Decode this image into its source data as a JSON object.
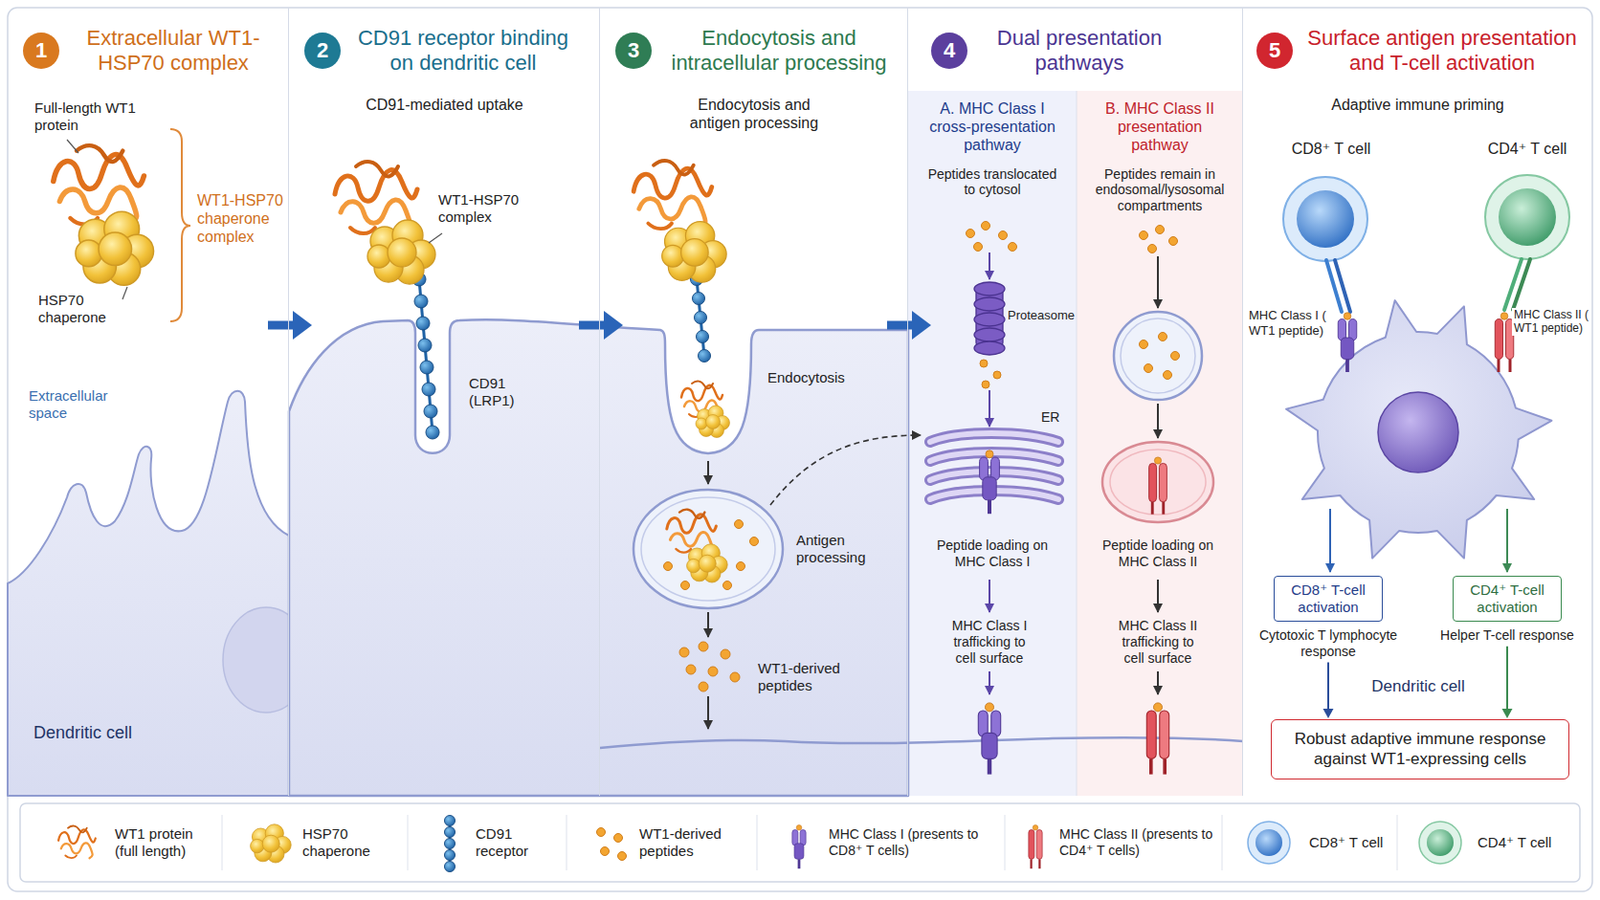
{
  "diagram": {
    "nodes": [
      {
        "text": [
          "Extracellular WT1-HSP70 complex"
        ]
      },
      {
        "text": [
          "1"
        ],
        "in": 0
      },
      {
        "text": [
          "CD91 receptor binding on dendritic cell",
          "CD91-mediated uptake"
        ]
      },
      {
        "text": [
          "2"
        ],
        "in": 2
      },
      {
        "text": [
          "Endocytosis and intracellular processing",
          "Endocytosis and antigen processing"
        ]
      },
      {
        "text": [
          "3"
        ],
        "in": 4
      },
      {
        "text": [
          "Dual presentation pathways"
        ]
      },
      {
        "text": [
          "4"
        ],
        "in": 6
      },
      {
        "text": [
          "A. MHC Class I cross-presentation pathway",
          "Peptides translocated to cytosol"
        ],
        "in": 6
      },
      {
        "text": [
          "B. MHC Class II presentation pathway",
          "Peptides remain in endosomal/lysosomal compartments"
        ],
        "in": 6
      },
      {
        "text": [
          "Surface antigen presentation and T-cell activation",
          "Adaptive immune priming"
        ]
      },
      {
        "text": [
          "5"
        ],
        "in": 10
      },
      {
        "text": [
          "CD8⁺ T-cell activation",
          "Cytotoxic T lymphocyte response"
        ],
        "in": 10
      },
      {
        "text": [
          "CD4⁺ T-cell activation",
          "Helper T-cell response"
        ],
        "in": 10
      },
      {
        "text": [
          "Robust adaptive immune response against WT1-expressing cells"
        ],
        "in": 10
      }
    ],
    "edges": [
      {
        "from": 0,
        "to": 2,
        "arrow": "to"
      },
      {
        "from": 2,
        "to": 4,
        "arrow": "to"
      },
      {
        "from": 4,
        "to": 6,
        "arrow": "to"
      },
      {
        "from": 12,
        "to": 14,
        "arrow": "to"
      },
      {
        "from": 13,
        "to": 14,
        "arrow": "to"
      }
    ],
    "labels": [
      "Full-length WT1 protein",
      "WT1-HSP70 chaperone complex",
      "HSP70 chaperone",
      "Extracellular space",
      "Dendritic cell",
      "WT1-HSP70 complex",
      "CD91 (LRP1)",
      "Endocytosis",
      "Antigen processing",
      "WT1-derived peptides",
      "Proteasome",
      "ER",
      "Peptide loading on MHC Class I",
      "MHC Class I trafficking to cell surface",
      "Peptide loading on MHC Class II",
      "MHC Class II trafficking to cell surface",
      "CD8⁺ T cell",
      "CD4⁺ T cell",
      "MHC Class I ( WT1 peptide)",
      "MHC Class II ( WT1 peptide)",
      "Dendritic cell"
    ],
    "legend": [
      {
        "text": "WT1 protein (full length)"
      },
      {
        "text": "HSP70 chaperone"
      },
      {
        "text": "CD91 receptor"
      },
      {
        "text": "WT1-derived peptides"
      },
      {
        "text": "MHC Class I (presents to CD8⁺ T cells)"
      },
      {
        "text": "MHC Class II (presents to CD4⁺ T cells)"
      },
      {
        "text": "CD8⁺ T cell"
      },
      {
        "text": "CD4⁺ T cell"
      }
    ]
  }
}
